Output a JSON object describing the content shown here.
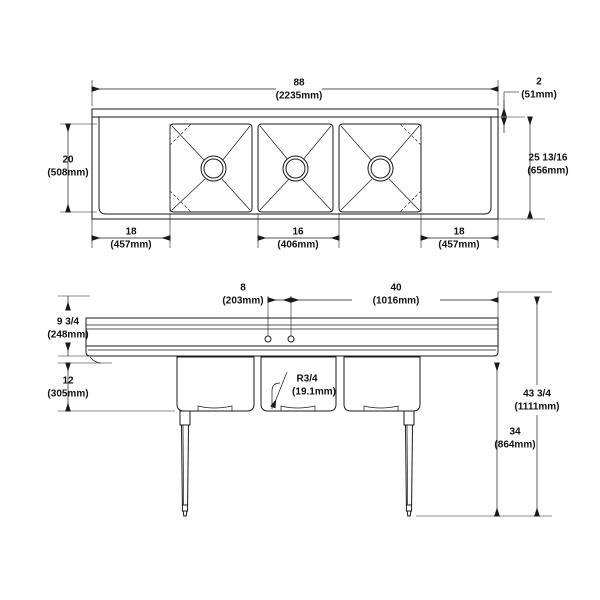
{
  "drawing": {
    "title": "Three compartment sink dimensional drawing",
    "line_color": "#1a1a1a",
    "background": "#ffffff",
    "hidden_line_color": "#444444"
  },
  "top_view": {
    "name": "top-view",
    "overall_width": {
      "inches": "88",
      "metric": "(2235mm)"
    },
    "backsplash_depth": {
      "inches": "2",
      "metric": "(51mm)"
    },
    "bowl_depth": {
      "inches": "20",
      "metric": "(508mm)"
    },
    "overall_depth": {
      "inches": "25 13/16",
      "metric": "(656mm)"
    },
    "bowl_widths": [
      {
        "inches": "18",
        "metric": "(457mm)"
      },
      {
        "inches": "16",
        "metric": "(406mm)"
      },
      {
        "inches": "18",
        "metric": "(457mm)"
      }
    ]
  },
  "front_view": {
    "name": "front-view",
    "faucet_hole_offset": {
      "inches": "8",
      "metric": "(203mm)"
    },
    "faucet_to_right": {
      "inches": "40",
      "metric": "(1016mm)"
    },
    "backsplash_height": {
      "inches": "9 3/4",
      "metric": "(248mm)"
    },
    "bowl_height": {
      "inches": "12",
      "metric": "(305mm)"
    },
    "overall_height": {
      "inches": "43 3/4",
      "metric": "(1111mm)"
    },
    "work_height": {
      "inches": "34",
      "metric": "(864mm)"
    },
    "corner_radius": {
      "inches": "R3/4",
      "metric": "(19.1mm)"
    }
  }
}
